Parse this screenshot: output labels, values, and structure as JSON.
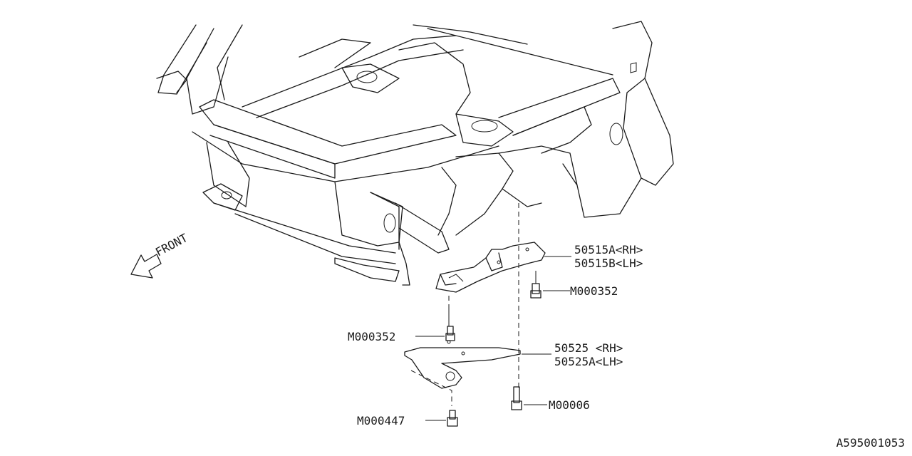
{
  "front_label": "FRONT",
  "callouts": {
    "bracket_upper_rh": "50515A<RH>",
    "bracket_upper_lh": "50515B<LH>",
    "bolt_upper_right": "M000352",
    "bolt_upper_left": "M000352",
    "plate_rh": "50525 <RH>",
    "plate_lh": "50525A<LH>",
    "bolt_plate_right": "M00006",
    "bolt_plate_left": "M000447"
  },
  "diagram_id": "A595001053"
}
